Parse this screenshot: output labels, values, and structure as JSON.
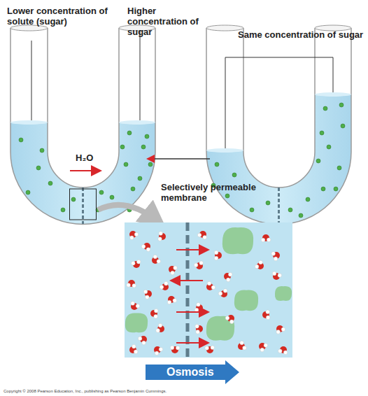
{
  "diagram": {
    "nodes": [
      {
        "text": [
          "Osmosis"
        ]
      }
    ],
    "labels": [
      "Lower concentration of solute (sugar)",
      "Higher concentration of sugar",
      "Same concentration of sugar",
      "H₂O",
      "Selectively permeable membrane",
      "Copyright © 2008 Pearson Education, Inc., publishing as Pearson Benjamin Cummings."
    ]
  }
}
